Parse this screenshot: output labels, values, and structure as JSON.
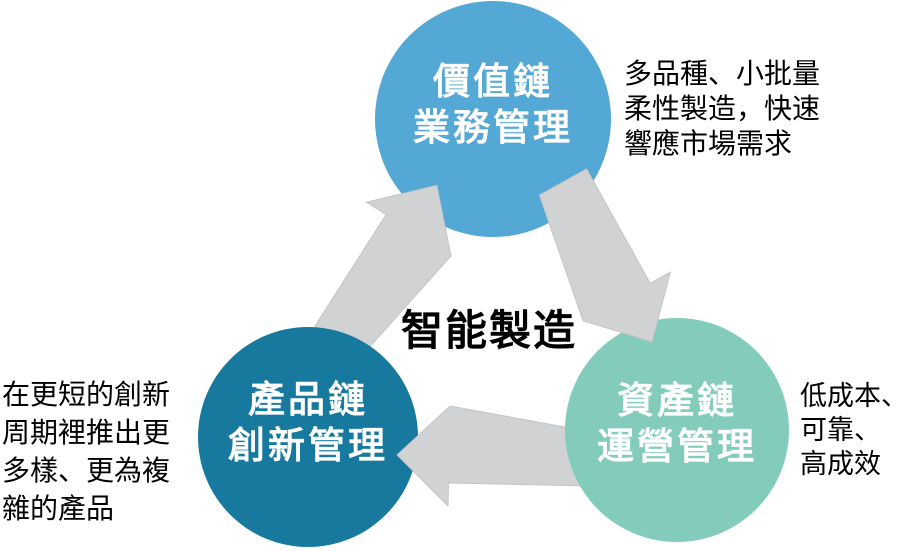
{
  "diagram": {
    "center_title": "智能製造",
    "arrow_color": "#D1D2D4",
    "arrow_edge_color": "#C3C4C6",
    "nodes": [
      {
        "name": "value-chain",
        "label": "價值鏈\n業務管理",
        "color": "#54A8D5"
      },
      {
        "name": "asset-chain",
        "label": "資產鏈\n運營管理",
        "color": "#83CCBB"
      },
      {
        "name": "product-chain",
        "label": "產品鏈\n創新管理",
        "color": "#17799E"
      }
    ],
    "annotations": [
      {
        "for": "value-chain",
        "text": "多品種、小批量\n柔性製造，快速\n響應市場需求"
      },
      {
        "for": "asset-chain",
        "text": "低成本、\n可靠、\n高成效"
      },
      {
        "for": "product-chain",
        "text": "在更短的創新\n周期裡推出更\n多樣、更為複\n雜的產品"
      }
    ]
  }
}
